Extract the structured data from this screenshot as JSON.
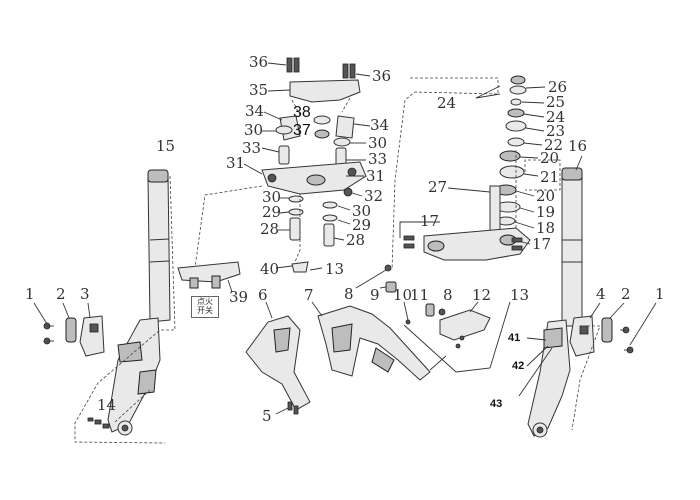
{
  "callouts": [
    {
      "id": "c36a",
      "text": "36"
    },
    {
      "id": "c36b",
      "text": "36"
    },
    {
      "id": "c35",
      "text": "35"
    },
    {
      "id": "c34a",
      "text": "34"
    },
    {
      "id": "c34b",
      "text": "34"
    },
    {
      "id": "c38",
      "text": "38"
    },
    {
      "id": "c37",
      "text": "37"
    },
    {
      "id": "c30a",
      "text": "30"
    },
    {
      "id": "c30b",
      "text": "30"
    },
    {
      "id": "c33a",
      "text": "33"
    },
    {
      "id": "c33b",
      "text": "33"
    },
    {
      "id": "c31a",
      "text": "31"
    },
    {
      "id": "c31b",
      "text": "31"
    },
    {
      "id": "c32",
      "text": "32"
    },
    {
      "id": "c30c",
      "text": "30"
    },
    {
      "id": "c30d",
      "text": "30"
    },
    {
      "id": "c29a",
      "text": "29"
    },
    {
      "id": "c29b",
      "text": "29"
    },
    {
      "id": "c28a",
      "text": "28"
    },
    {
      "id": "c28b",
      "text": "28"
    },
    {
      "id": "c26",
      "text": "26"
    },
    {
      "id": "c24a",
      "text": "24"
    },
    {
      "id": "c25",
      "text": "25"
    },
    {
      "id": "c24b",
      "text": "24"
    },
    {
      "id": "c23",
      "text": "23"
    },
    {
      "id": "c22",
      "text": "22"
    },
    {
      "id": "c20a",
      "text": "20"
    },
    {
      "id": "c21",
      "text": "21"
    },
    {
      "id": "c20b",
      "text": "20"
    },
    {
      "id": "c19",
      "text": "19"
    },
    {
      "id": "c18",
      "text": "18"
    },
    {
      "id": "c17a",
      "text": "17"
    },
    {
      "id": "c17b",
      "text": "17"
    },
    {
      "id": "c27",
      "text": "27"
    },
    {
      "id": "c15",
      "text": "15"
    },
    {
      "id": "c16",
      "text": "16"
    },
    {
      "id": "c40",
      "text": "40"
    },
    {
      "id": "c13a",
      "text": "13"
    },
    {
      "id": "c39",
      "text": "39"
    },
    {
      "id": "c8a",
      "text": "8"
    },
    {
      "id": "c9",
      "text": "9"
    },
    {
      "id": "c10",
      "text": "10"
    },
    {
      "id": "c11",
      "text": "11"
    },
    {
      "id": "c8b",
      "text": "8"
    },
    {
      "id": "c12",
      "text": "12"
    },
    {
      "id": "c13b",
      "text": "13"
    },
    {
      "id": "c6",
      "text": "6"
    },
    {
      "id": "c7",
      "text": "7"
    },
    {
      "id": "c5",
      "text": "5"
    },
    {
      "id": "c1a",
      "text": "1"
    },
    {
      "id": "c2a",
      "text": "2"
    },
    {
      "id": "c3",
      "text": "3"
    },
    {
      "id": "c14",
      "text": "14"
    },
    {
      "id": "c4",
      "text": "4"
    },
    {
      "id": "c2b",
      "text": "2"
    },
    {
      "id": "c1b",
      "text": "1"
    },
    {
      "id": "c41",
      "text": "41"
    },
    {
      "id": "c42",
      "text": "42"
    },
    {
      "id": "c43",
      "text": "43"
    }
  ],
  "switch_label": "点火开关"
}
